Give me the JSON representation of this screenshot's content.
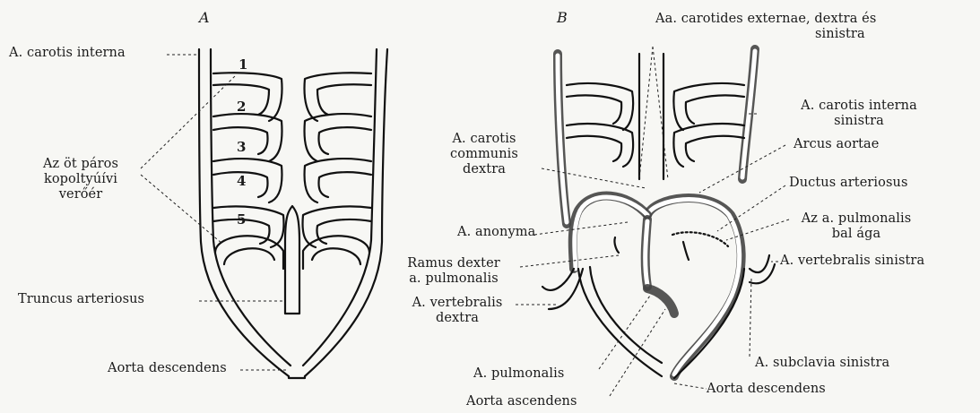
{
  "panels": {
    "a": "A",
    "b": "B"
  },
  "arch_numbers": [
    "1",
    "2",
    "3",
    "4",
    "5"
  ],
  "labels_a": {
    "carotis_interna": "A. carotis interna",
    "five_pairs_l1": "Az öt páros",
    "five_pairs_l2": "kopoltyúívi",
    "five_pairs_l3": "verőér",
    "truncus": "Truncus arteriosus",
    "aorta_desc": "Aorta descendens"
  },
  "labels_b": {
    "carotides_ext_l1": "Aa. carotides externae, dextra és",
    "carotides_ext_l2": "sinistra",
    "carotis_int_sin_l1": "A. carotis interna",
    "carotis_int_sin_l2": "sinistra",
    "carotis_comm_l1": "A. carotis",
    "carotis_comm_l2": "communis",
    "carotis_comm_l3": "dextra",
    "arcus": "Arcus aortae",
    "ductus": "Ductus arteriosus",
    "anonyma": "A. anonyma",
    "pulm_bal_l1": "Az a. pulmonalis",
    "pulm_bal_l2": "bal ága",
    "ramus_l1": "Ramus dexter",
    "ramus_l2": "a. pulmonalis",
    "vert_sin": "A. vertebralis sinistra",
    "vert_dex_l1": "A. vertebralis",
    "vert_dex_l2": "dextra",
    "subclavia": "A. subclavia sinistra",
    "pulmonalis": "A. pulmonalis",
    "aorta_desc": "Aorta descendens",
    "aorta_asc": "Aorta ascendens"
  }
}
